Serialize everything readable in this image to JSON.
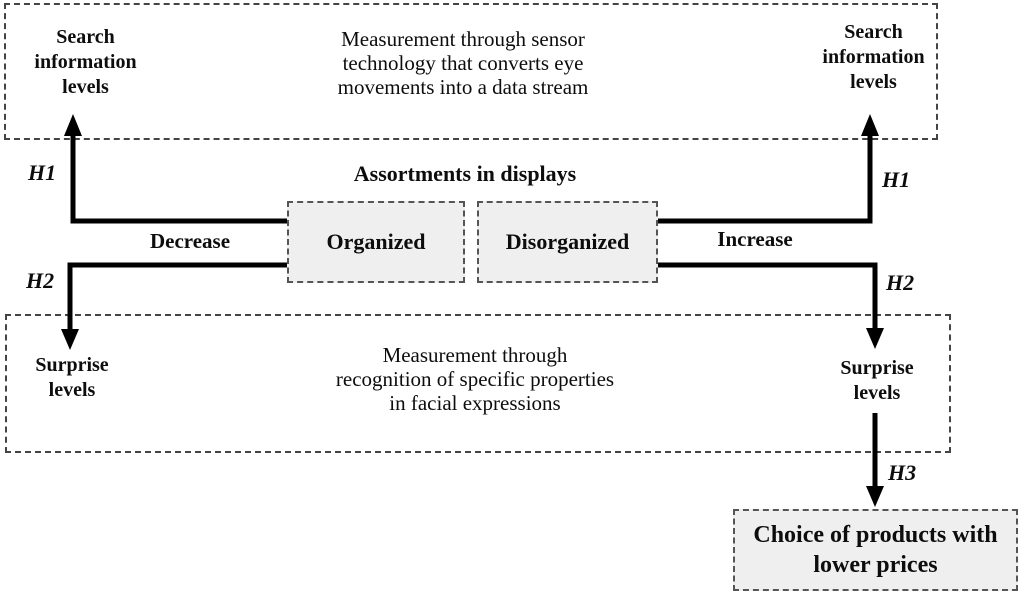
{
  "colors": {
    "background": "#ffffff",
    "box_fill": "#efefef",
    "panel_border": "#444444",
    "box_border": "#555555",
    "line": "#000000",
    "text": "#0d0d0d"
  },
  "top_panel": {
    "left_label": "Search\ninformation\nlevels",
    "description": "Measurement through sensor\ntechnology that converts eye\nmovements into a data stream",
    "right_label": "Search\ninformation\nlevels"
  },
  "assortments": {
    "title": "Assortments in displays",
    "organized_label": "Organized",
    "disorganized_label": "Disorganized",
    "decrease_label": "Decrease",
    "increase_label": "Increase"
  },
  "hypotheses": {
    "h1": "H1",
    "h2": "H2",
    "h3": "H3"
  },
  "bottom_panel": {
    "left_label": "Surprise\nlevels",
    "description": "Measurement through\nrecognition of specific properties\nin facial expressions",
    "right_label": "Surprise\nlevels"
  },
  "outcome": {
    "label": "Choice of products with\nlower prices"
  }
}
